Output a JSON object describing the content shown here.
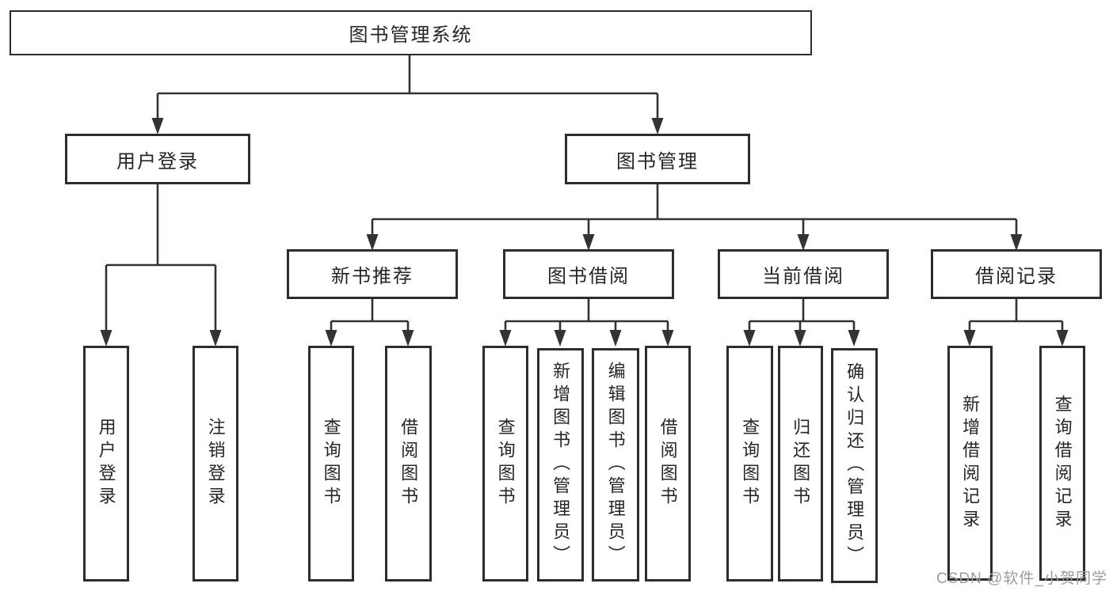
{
  "root": {
    "label": "图书管理系统"
  },
  "level2": {
    "user_login": {
      "label": "用户登录"
    },
    "book_management": {
      "label": "图书管理"
    }
  },
  "level3": {
    "new_book": {
      "label": "新书推荐"
    },
    "book_borrow": {
      "label": "图书借阅"
    },
    "current_borrow": {
      "label": "当前借阅"
    },
    "borrow_records": {
      "label": "借阅记录"
    }
  },
  "leaves": {
    "user_login": [
      "用户登录",
      "注销登录"
    ],
    "new_book": [
      "查询图书",
      "借阅图书"
    ],
    "book_borrow": [
      "查询图书",
      "新增图书（管理员）",
      "编辑图书（管理员）",
      "借阅图书"
    ],
    "current_borrow": [
      "查询图书",
      "归还图书",
      "确认归还（管理员）"
    ],
    "borrow_records": [
      "新增借阅记录",
      "查询借阅记录"
    ]
  },
  "watermark": {
    "text": "CSDN @软件_小贺同学"
  },
  "colors": {
    "line": "#333333",
    "box_border": "#2d2d2d",
    "box_fill": "#ffffff",
    "text": "#262626",
    "watermark": "#9c9c9c",
    "background": "#ffffff"
  }
}
